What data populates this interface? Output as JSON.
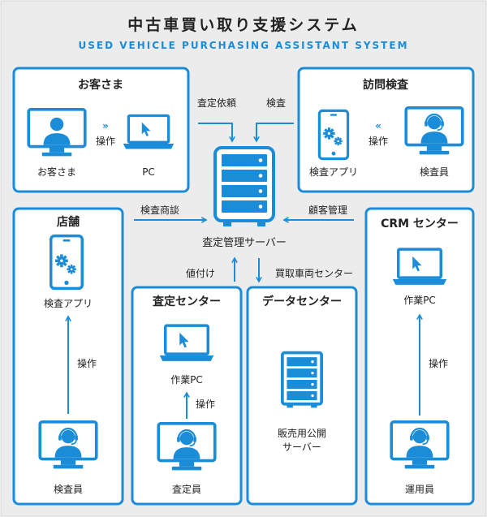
{
  "title": "中古車買い取り支援システム",
  "subtitle": "USED VEHICLE PURCHASING ASSISTANT SYSTEM",
  "colors": {
    "blue": "#1a8cd8",
    "background": "#ececec",
    "box": "#ffffff",
    "text": "#222222"
  },
  "customer": {
    "title": "お客さま",
    "customer_label": "お客さま",
    "pc_label": "PC",
    "op_label": "操作"
  },
  "visit": {
    "title": "訪問検査",
    "app_label": "検査アプリ",
    "inspector_label": "検査員",
    "op_label": "操作"
  },
  "server": {
    "label": "査定管理サーバー"
  },
  "arrows": {
    "request": "査定依頼",
    "inspect": "検査",
    "negotiate": "検査商談",
    "crm": "顧客管理",
    "pricing": "値付け",
    "purchase": "買取車両センター"
  },
  "store": {
    "title": "店舗",
    "app_label": "検査アプリ",
    "op_label": "操作",
    "inspector_label": "検査員"
  },
  "appraisal": {
    "title": "査定センター",
    "pc_label": "作業PC",
    "op_label": "操作",
    "appraiser_label": "査定員"
  },
  "datacenter": {
    "title": "データセンター",
    "server_label_1": "販売用公開",
    "server_label_2": "サーバー"
  },
  "crmcenter": {
    "title": "CRM センター",
    "pc_label": "作業PC",
    "op_label": "操作",
    "operator_label": "運用員"
  }
}
